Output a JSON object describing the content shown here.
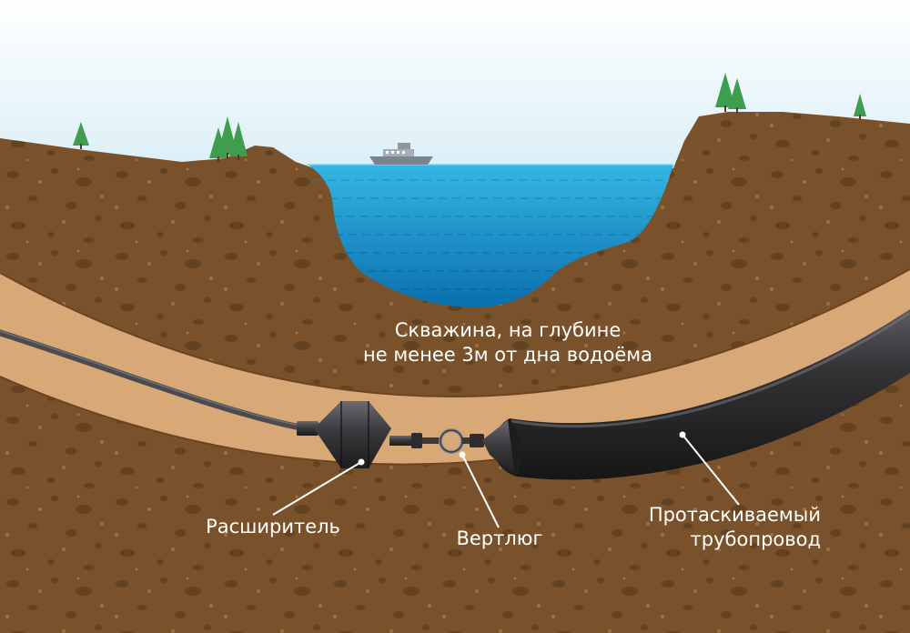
{
  "labels": {
    "borehole": {
      "line1": "Скважина, на глубине",
      "line2": "не менее 3м от дна водоёма"
    },
    "reamer": "Расширитель",
    "swivel": "Вертлюг",
    "pipeline": {
      "line1": "Протаскиваемый",
      "line2": "трубопровод"
    }
  },
  "colors": {
    "sky": "#e3f2f8",
    "soil": "#79512a",
    "soil_stone": "#5f3f1f",
    "channel": "#d9a877",
    "water": "#2aa9d9",
    "water_deep": "#0e7fbf",
    "pipe": "#2c2c2e",
    "tree": "#3f9e4d",
    "label": "#ffffff"
  },
  "icons": [
    "tree-icon",
    "ship-icon",
    "reamer-icon",
    "swivel-icon"
  ]
}
